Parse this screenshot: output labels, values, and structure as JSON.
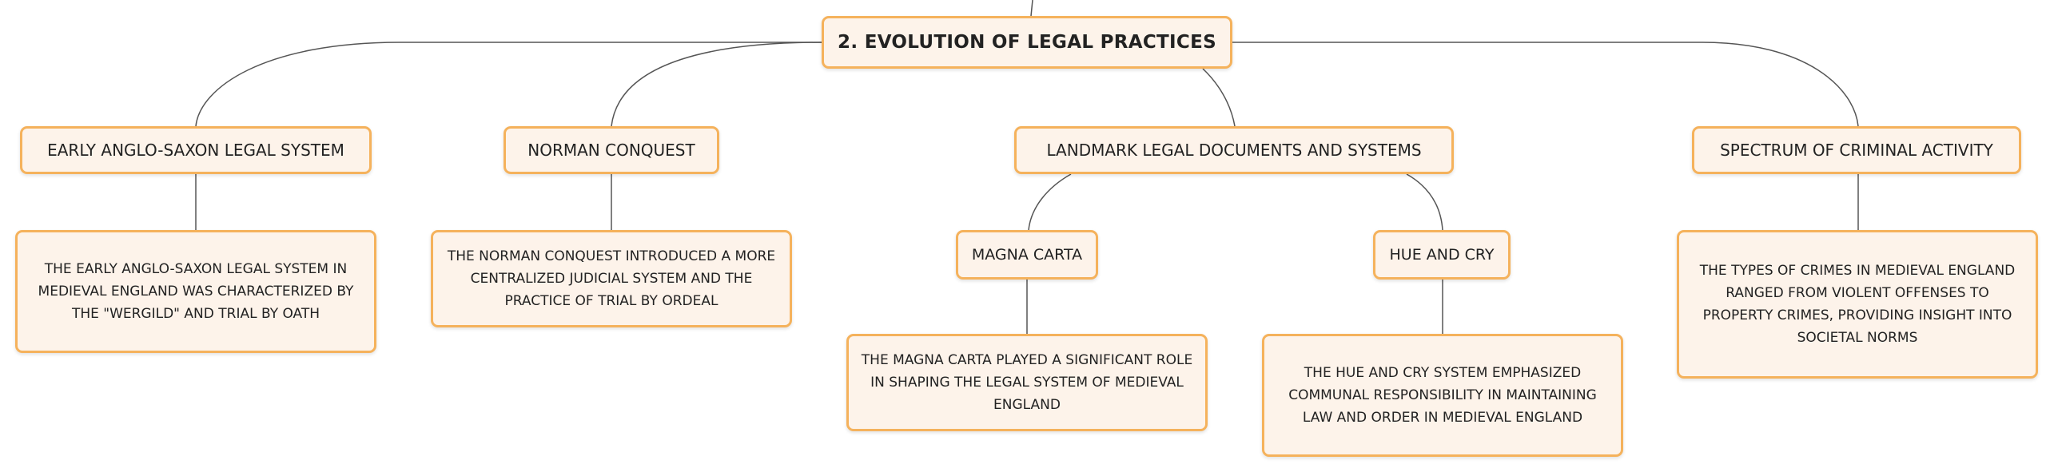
{
  "root": {
    "title": "2. EVOLUTION OF LEGAL PRACTICES"
  },
  "branches": [
    {
      "label": "EARLY ANGLO-SAXON LEGAL SYSTEM",
      "detail": "THE EARLY ANGLO-SAXON LEGAL SYSTEM IN MEDIEVAL ENGLAND WAS CHARACTERIZED BY THE \"WERGILD\" AND TRIAL BY OATH"
    },
    {
      "label": "NORMAN CONQUEST",
      "detail": "THE NORMAN CONQUEST INTRODUCED A MORE CENTRALIZED JUDICIAL SYSTEM AND THE PRACTICE OF TRIAL BY ORDEAL"
    },
    {
      "label": "LANDMARK LEGAL DOCUMENTS AND SYSTEMS",
      "children": [
        {
          "label": "MAGNA CARTA",
          "detail": "THE MAGNA CARTA PLAYED A SIGNIFICANT ROLE IN SHAPING THE LEGAL SYSTEM OF MEDIEVAL ENGLAND"
        },
        {
          "label": "HUE AND CRY",
          "detail": "THE HUE AND CRY SYSTEM EMPHASIZED COMMUNAL RESPONSIBILITY IN MAINTAINING LAW AND ORDER IN MEDIEVAL ENGLAND"
        }
      ]
    },
    {
      "label": "SPECTRUM OF CRIMINAL ACTIVITY",
      "detail": "THE TYPES OF CRIMES IN MEDIEVAL ENGLAND RANGED FROM VIOLENT OFFENSES TO PROPERTY CRIMES, PROVIDING INSIGHT INTO SOCIETAL NORMS"
    }
  ],
  "colors": {
    "node_fill": "#fdf3ea",
    "node_border": "#f5b25c",
    "connector": "#555555"
  }
}
